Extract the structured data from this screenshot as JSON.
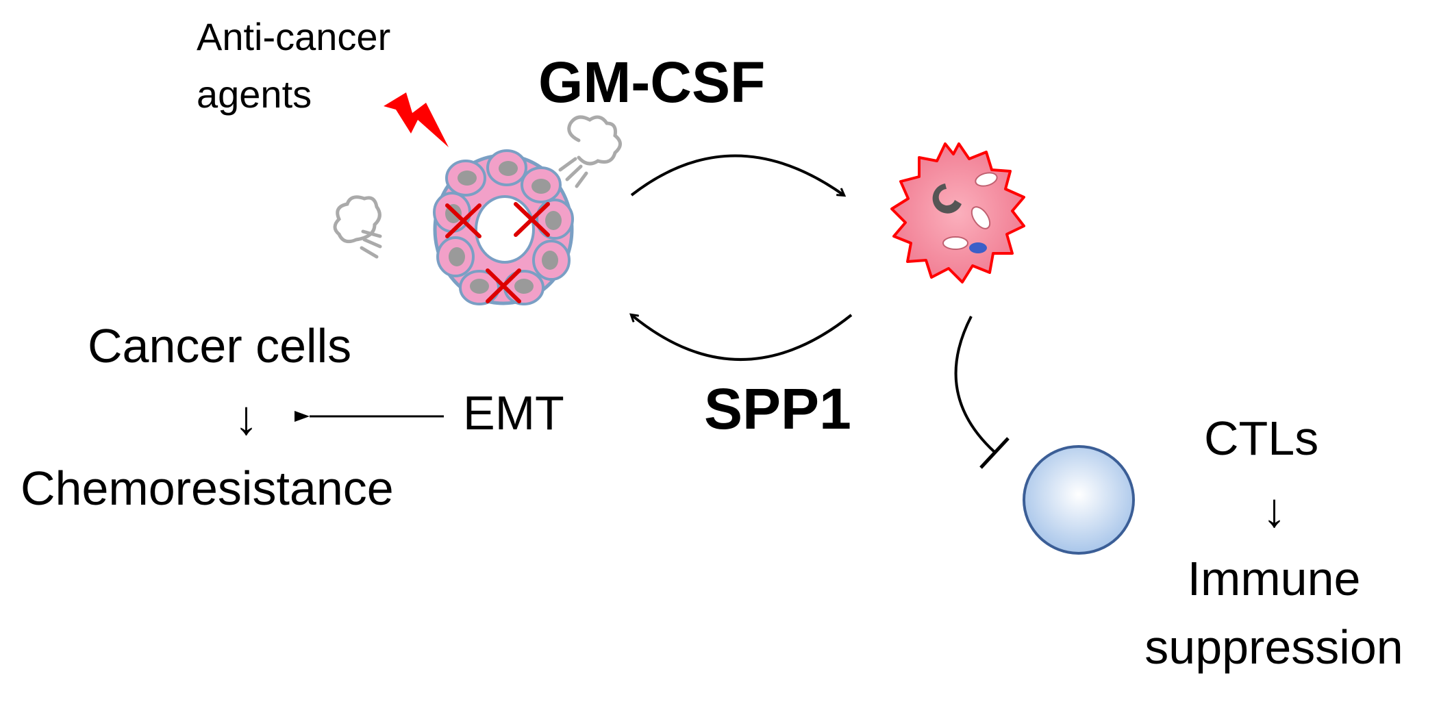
{
  "labels": {
    "anti_cancer_line1": "Anti-cancer",
    "anti_cancer_line2": "agents",
    "gm_csf": "GM-CSF",
    "spp1": "SPP1",
    "cancer_cells": "Cancer cells",
    "down_arrow_left": "↓",
    "chemoresistance": "Chemoresistance",
    "emt": "EMT",
    "ctls": "CTLs",
    "down_arrow_right": "↓",
    "immune_line1": "Immune",
    "immune_line2": "suppression"
  },
  "colors": {
    "lightning": "#ff0000",
    "cancer_cell_fill": "#f2a0c8",
    "cancer_cell_stroke": "#7a9fc4",
    "cancer_nucleus": "#9a9a9a",
    "cross_mark": "#dd0000",
    "macrophage_fill": "#f58a9c",
    "macrophage_outline": "#ff0000",
    "ctl_fill": "#bcd3ee",
    "ctl_stroke": "#3b5e96",
    "puff": "#aaaaaa",
    "arrow": "#000000"
  }
}
